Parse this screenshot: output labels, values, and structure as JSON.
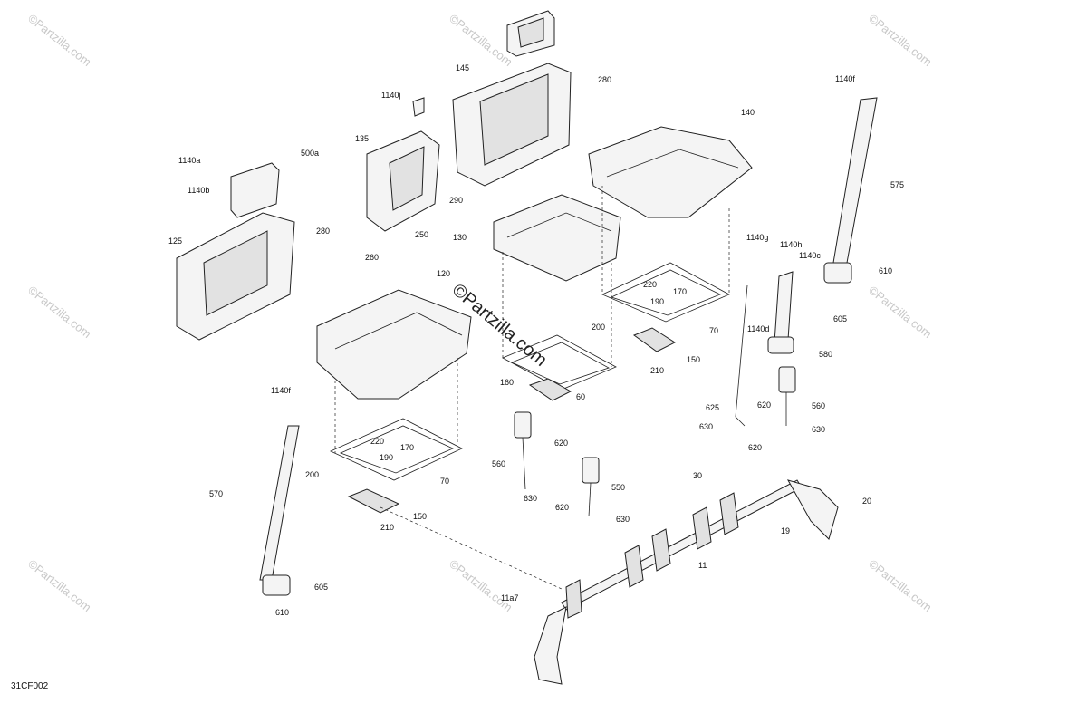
{
  "diagram_code": "31CF002",
  "watermark": "©Partzilla.com",
  "center_watermark": "©Partzilla.com",
  "callouts": [
    {
      "id": "c-1140f-top",
      "text": "1140f"
    },
    {
      "id": "c-575",
      "text": "575"
    },
    {
      "id": "c-145",
      "text": "145"
    },
    {
      "id": "c-280-top",
      "text": "280"
    },
    {
      "id": "c-1140j",
      "text": "1140j"
    },
    {
      "id": "c-135",
      "text": "135"
    },
    {
      "id": "c-140",
      "text": "140"
    },
    {
      "id": "c-290",
      "text": "290"
    },
    {
      "id": "c-1140a",
      "text": "1140a"
    },
    {
      "id": "c-500a",
      "text": "500a"
    },
    {
      "id": "c-1140b",
      "text": "1140b"
    },
    {
      "id": "c-250",
      "text": "250"
    },
    {
      "id": "c-260",
      "text": "260"
    },
    {
      "id": "c-130",
      "text": "130"
    },
    {
      "id": "c-280-left",
      "text": "280"
    },
    {
      "id": "c-125",
      "text": "125"
    },
    {
      "id": "c-1140g",
      "text": "1140g"
    },
    {
      "id": "c-1140h",
      "text": "1140h"
    },
    {
      "id": "c-1140c",
      "text": "1140c"
    },
    {
      "id": "c-610-right",
      "text": "610"
    },
    {
      "id": "c-605-right",
      "text": "605"
    },
    {
      "id": "c-120",
      "text": "120"
    },
    {
      "id": "c-220-mid",
      "text": "220"
    },
    {
      "id": "c-170-mid",
      "text": "170"
    },
    {
      "id": "c-190-mid",
      "text": "190"
    },
    {
      "id": "c-70-mid",
      "text": "70"
    },
    {
      "id": "c-200-mid",
      "text": "200"
    },
    {
      "id": "c-1140d",
      "text": "1140d"
    },
    {
      "id": "c-580",
      "text": "580"
    },
    {
      "id": "c-150-mid",
      "text": "150"
    },
    {
      "id": "c-210-mid",
      "text": "210"
    },
    {
      "id": "c-160",
      "text": "160"
    },
    {
      "id": "c-60",
      "text": "60"
    },
    {
      "id": "c-1140f-left",
      "text": "1140f"
    },
    {
      "id": "c-625",
      "text": "625"
    },
    {
      "id": "c-620-right",
      "text": "620"
    },
    {
      "id": "c-560-right",
      "text": "560"
    },
    {
      "id": "c-630-right-a",
      "text": "630"
    },
    {
      "id": "c-630-right-b",
      "text": "630"
    },
    {
      "id": "c-620-right-b",
      "text": "620"
    },
    {
      "id": "c-220-left",
      "text": "220"
    },
    {
      "id": "c-170-left",
      "text": "170"
    },
    {
      "id": "c-190-left",
      "text": "190"
    },
    {
      "id": "c-200-left",
      "text": "200"
    },
    {
      "id": "c-70-left",
      "text": "70"
    },
    {
      "id": "c-620-mid-a",
      "text": "620"
    },
    {
      "id": "c-560-mid",
      "text": "560"
    },
    {
      "id": "c-30",
      "text": "30"
    },
    {
      "id": "c-550",
      "text": "550"
    },
    {
      "id": "c-570",
      "text": "570"
    },
    {
      "id": "c-630-mid-a",
      "text": "630"
    },
    {
      "id": "c-20",
      "text": "20"
    },
    {
      "id": "c-620-mid-b",
      "text": "620"
    },
    {
      "id": "c-630-mid-b",
      "text": "630"
    },
    {
      "id": "c-150-left",
      "text": "150"
    },
    {
      "id": "c-210-left",
      "text": "210"
    },
    {
      "id": "c-19",
      "text": "19"
    },
    {
      "id": "c-11",
      "text": "11"
    },
    {
      "id": "c-605-left",
      "text": "605"
    },
    {
      "id": "c-11a7",
      "text": "11a7"
    },
    {
      "id": "c-610-left",
      "text": "610"
    }
  ]
}
